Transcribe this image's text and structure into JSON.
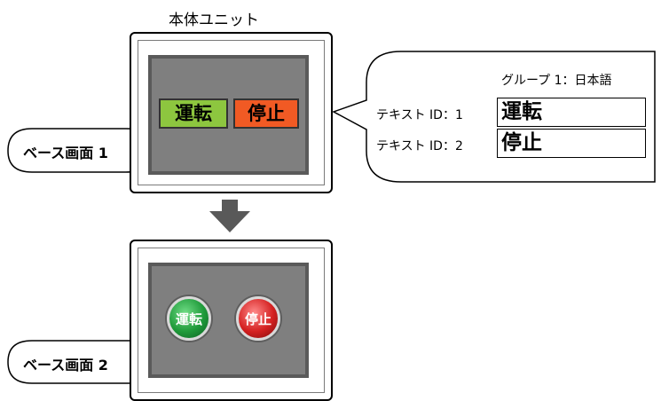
{
  "unit_title": "本体ユニット",
  "panel1": {
    "button_run": "運転",
    "button_stop": "停止",
    "callout": "ベース画面 1"
  },
  "panel2": {
    "lamp_run": "運転",
    "lamp_stop": "停止",
    "callout": "ベース画面 2"
  },
  "text_group": {
    "group_label": "グループ 1：日本語",
    "rows": [
      {
        "label": "テキスト ID：1",
        "value": "運転"
      },
      {
        "label": "テキスト ID：2",
        "value": "停止"
      }
    ]
  },
  "colors": {
    "button_green": "#8dc63f",
    "button_red": "#f15a24",
    "arrow": "#595959",
    "screen": "#7f7f7f"
  }
}
